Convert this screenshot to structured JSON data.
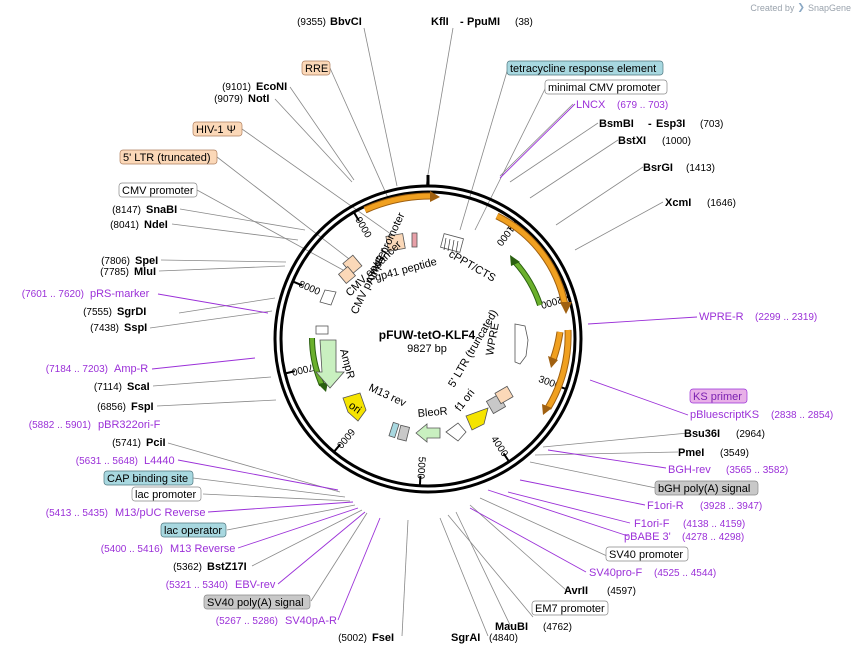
{
  "credit": {
    "text": "Created by",
    "brand": "SnapGene"
  },
  "plasmid": {
    "name": "pFUW-tetO-KLF4",
    "size": "9827 bp"
  },
  "ticks": [
    "1000",
    "2000",
    "3000",
    "4000",
    "5000",
    "6000",
    "7000",
    "8000",
    "9000"
  ],
  "features": {
    "f_plain_1": "WPRE",
    "f_plain_2": "5' LTR (truncated)",
    "f_plain_3": "f1 ori",
    "f_plain_4": "BleoR",
    "f_plain_5": "M13 rev",
    "f_plain_6": "ori",
    "f_plain_7": "AmpR",
    "f_plain_8": "AmpR promoter",
    "f_plain_9": "CMV promoter",
    "f_plain_10": "CMV enhancer",
    "f_plain_11": "gp41 peptide",
    "f_plain_12": "cPPT/CTS"
  },
  "labels": {
    "BbvCI": {
      "name": "BbvCI",
      "pos": "(9355)"
    },
    "KflI": {
      "name": "KflI",
      "sep": "-",
      "name2": "PpuMI",
      "pos": "(38)"
    },
    "RRE": "RRE",
    "tre": "tetracycline response element",
    "mincmv": "minimal CMV promoter",
    "EcoNI": {
      "name": "EcoNI",
      "pos": "(9101)"
    },
    "NotI": {
      "name": "NotI",
      "pos": "(9079)"
    },
    "LNCX": {
      "name": "LNCX",
      "pos": "(679 .. 703)"
    },
    "BsmBI": {
      "name": "BsmBI",
      "sep": "-",
      "name2": "Esp3I",
      "pos": "(703)"
    },
    "HIV": "HIV-1 Ψ",
    "BstXI": {
      "name": "BstXI",
      "pos": "(1000)"
    },
    "LTR": "5' LTR (truncated)",
    "BsrGI": {
      "name": "BsrGI",
      "pos": "(1413)"
    },
    "CMVp": "CMV promoter",
    "SnaBI": {
      "name": "SnaBI",
      "pos": "(8147)"
    },
    "XcmI": {
      "name": "XcmI",
      "pos": "(1646)"
    },
    "NdeI": {
      "name": "NdeI",
      "pos": "(8041)"
    },
    "SpeI": {
      "name": "SpeI",
      "pos": "(7806)"
    },
    "MluI": {
      "name": "MluI",
      "pos": "(7785)"
    },
    "pRS": {
      "name": "pRS-marker",
      "pos": "(7601 .. 7620)"
    },
    "SgrDI": {
      "name": "SgrDI",
      "pos": "(7555)"
    },
    "WPRER": {
      "name": "WPRE-R",
      "pos": "(2299 .. 2319)"
    },
    "SspI": {
      "name": "SspI",
      "pos": "(7438)"
    },
    "AmpR_pr": {
      "name": "Amp-R",
      "pos": "(7184 .. 7203)"
    },
    "ScaI": {
      "name": "ScaI",
      "pos": "(7114)"
    },
    "KS": "KS primer",
    "FspI": {
      "name": "FspI",
      "pos": "(6856)"
    },
    "pBlue": {
      "name": "pBluescriptKS",
      "pos": "(2838 .. 2854)"
    },
    "pBR": {
      "name": "pBR322ori-F",
      "pos": "(5882 .. 5901)"
    },
    "Bsu36I": {
      "name": "Bsu36I",
      "pos": "(2964)"
    },
    "PciI": {
      "name": "PciI",
      "pos": "(5741)"
    },
    "PmeI": {
      "name": "PmeI",
      "pos": "(3549)"
    },
    "L4440": {
      "name": "L4440",
      "pos": "(5631 .. 5648)"
    },
    "BGH": {
      "name": "BGH-rev",
      "pos": "(3565 .. 3582)"
    },
    "CAP": "CAP binding site",
    "bghpa": "bGH poly(A) signal",
    "lacp": "lac promoter",
    "F1R": {
      "name": "F1ori-R",
      "pos": "(3928 .. 3947)"
    },
    "M13pUC": {
      "name": "M13/pUC Reverse",
      "pos": "(5413 .. 5435)"
    },
    "F1F": {
      "name": "F1ori-F",
      "pos": "(4138 .. 4159)"
    },
    "lacop": "lac operator",
    "pBABE": {
      "name": "pBABE 3'",
      "pos": "(4278 .. 4298)"
    },
    "M13R": {
      "name": "M13 Reverse",
      "pos": "(5400 .. 5416)"
    },
    "SV40p": "SV40 promoter",
    "BstZ": {
      "name": "BstZ17I",
      "pos": "(5362)"
    },
    "SV40F": {
      "name": "SV40pro-F",
      "pos": "(4525 .. 4544)"
    },
    "EBV": {
      "name": "EBV-rev",
      "pos": "(5321 .. 5340)"
    },
    "AvrII": {
      "name": "AvrII",
      "pos": "(4597)"
    },
    "SV40pA": "SV40 poly(A) signal",
    "EM7": "EM7 promoter",
    "SV40pAR": {
      "name": "SV40pA-R",
      "pos": "(5267 .. 5286)"
    },
    "MauBI": {
      "name": "MauBI",
      "pos": "(4762)"
    },
    "FseI": {
      "name": "FseI",
      "pos": "(5002)"
    },
    "SgrAI": {
      "name": "SgrAI",
      "pos": "(4840)"
    }
  },
  "colors": {
    "orange_arrow": "#f0a020",
    "green_arrow": "#6bb02c",
    "light_green": "#c9f0c0",
    "yellow": "#f5e400",
    "primer": "#9b30d8",
    "teal_box": "#a8d8e0",
    "peach_box": "#fbd8b8",
    "pink_box": "#e8b0e8",
    "gray_box": "#c8c8c8"
  }
}
